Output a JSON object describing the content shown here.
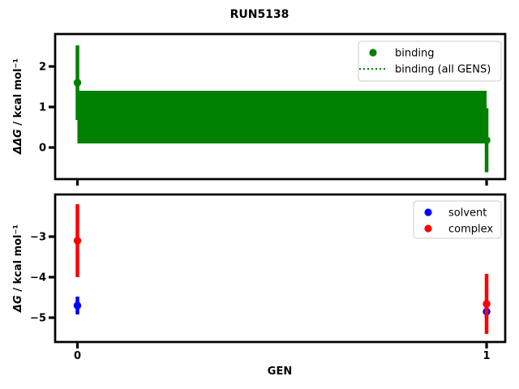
{
  "figure": {
    "title": "RUN5138",
    "xlabel": "GEN",
    "background": "#ffffff",
    "text_color": "#000000"
  },
  "chart_data": [
    {
      "type": "errorbar",
      "panel": "binding",
      "ylabel": "ΔΔG / kcal mol⁻¹",
      "ylabel_math": "ΔΔG",
      "ylabel_units": " / kcal mol⁻¹",
      "x": [
        0,
        1
      ],
      "xlim": [
        -0.0545,
        1.0455
      ],
      "ylim": [
        -0.78,
        2.8
      ],
      "yticks": [
        2,
        1,
        0
      ],
      "xticks": [
        0,
        1
      ],
      "xticklabels_visible": false,
      "grid": false,
      "series": [
        {
          "name": "binding",
          "color": "#008000",
          "marker": "circle",
          "values": [
            1.6,
            0.18
          ],
          "yerr": [
            0.92,
            0.79
          ]
        }
      ],
      "band": {
        "name": "binding (all GENS)",
        "color": "#008000",
        "low": 0.1,
        "high": 1.4,
        "center": 0.75,
        "x_range": [
          0,
          1
        ]
      },
      "legend": {
        "position": "upper right",
        "items": [
          {
            "label": "binding",
            "glyph": "dot",
            "color": "#008000"
          },
          {
            "label": "binding (all GENS)",
            "glyph": "dotted-line",
            "color": "#008000"
          }
        ]
      }
    },
    {
      "type": "errorbar",
      "panel": "free-energy",
      "ylabel": "ΔG / kcal mol⁻¹",
      "ylabel_math": "ΔG",
      "ylabel_units": " / kcal mol⁻¹",
      "x": [
        0,
        1
      ],
      "xlim": [
        -0.0545,
        1.0455
      ],
      "ylim": [
        -5.6,
        -1.96
      ],
      "yticks": [
        -3,
        -4,
        -5
      ],
      "xticks": [
        0,
        1
      ],
      "xticklabels_visible": true,
      "grid": false,
      "series": [
        {
          "name": "solvent",
          "color": "#0000ff",
          "marker": "circle",
          "values": [
            -4.7,
            -4.85
          ],
          "yerr": [
            0.22,
            0.16
          ]
        },
        {
          "name": "complex",
          "color": "#ff0000",
          "marker": "circle",
          "values": [
            -3.1,
            -4.66
          ],
          "yerr": [
            0.9,
            0.74
          ]
        }
      ],
      "legend": {
        "position": "upper right",
        "items": [
          {
            "label": "solvent",
            "glyph": "dot",
            "color": "#0000ff"
          },
          {
            "label": "complex",
            "glyph": "dot",
            "color": "#ff0000"
          }
        ]
      }
    }
  ]
}
